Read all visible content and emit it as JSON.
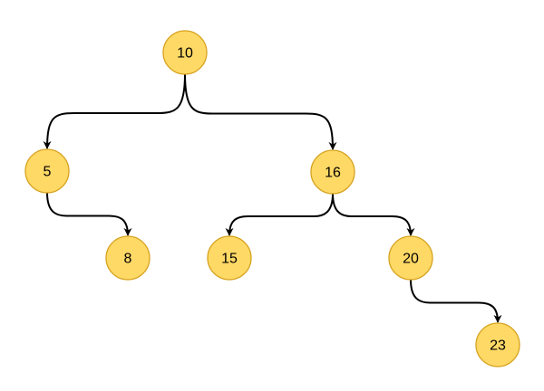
{
  "colors": {
    "node_fill": "#FFD966",
    "node_stroke": "#D6A21E",
    "edge": "#000000"
  },
  "nodes": [
    {
      "id": "n10",
      "label": "10"
    },
    {
      "id": "n5",
      "label": "5"
    },
    {
      "id": "n16",
      "label": "16"
    },
    {
      "id": "n8",
      "label": "8"
    },
    {
      "id": "n15",
      "label": "15"
    },
    {
      "id": "n20",
      "label": "20"
    },
    {
      "id": "n23",
      "label": "23"
    }
  ],
  "edges": [
    {
      "from": "n10",
      "to": "n5"
    },
    {
      "from": "n10",
      "to": "n16"
    },
    {
      "from": "n5",
      "to": "n8"
    },
    {
      "from": "n16",
      "to": "n15"
    },
    {
      "from": "n16",
      "to": "n20"
    },
    {
      "from": "n20",
      "to": "n23"
    }
  ]
}
